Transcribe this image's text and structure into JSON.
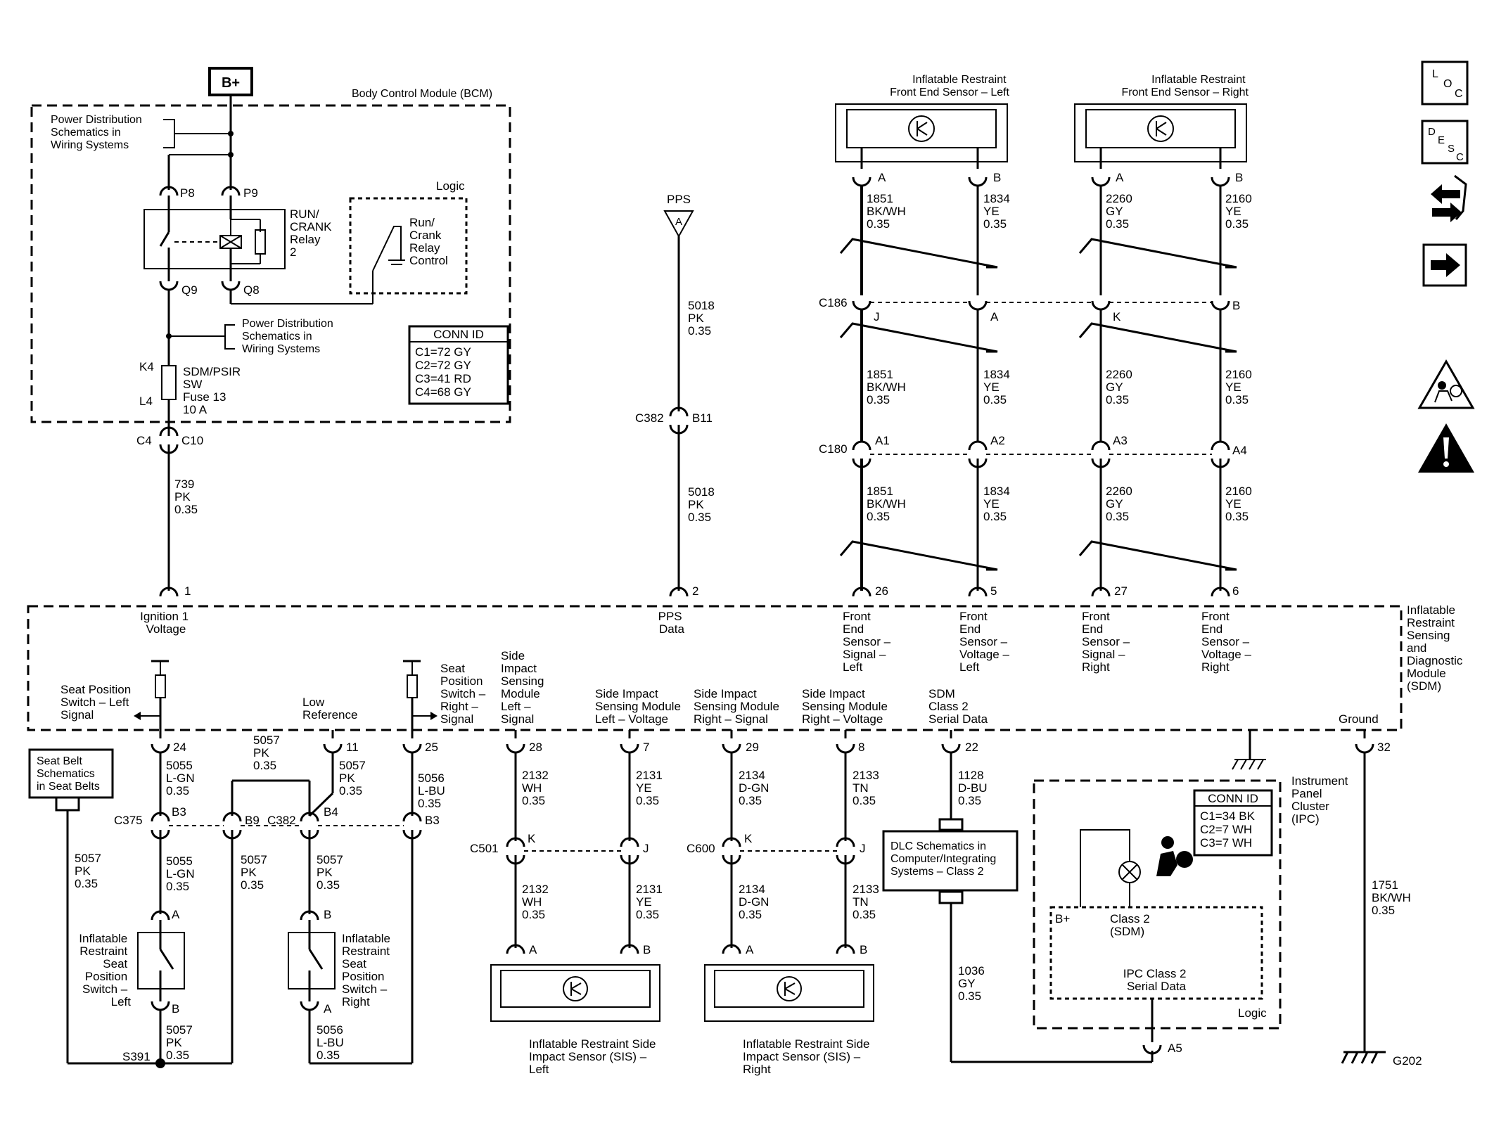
{
  "battery": "B+",
  "bcm": {
    "title": "Body Control Module (BCM)",
    "power_dist_1": [
      "Power Distribution",
      "Schematics in",
      "Wiring Systems"
    ],
    "power_dist_2": [
      "Power Distribution",
      "Schematics in",
      "Wiring Systems"
    ],
    "pins": {
      "p8": "P8",
      "p9": "P9",
      "q9": "Q9",
      "q8": "Q8"
    },
    "relay_label": [
      "RUN/",
      "CRANK",
      "Relay",
      "2"
    ],
    "logic_label": "Logic",
    "relay_control": [
      "Run/",
      "Crank",
      "Relay",
      "Control"
    ],
    "fuse_pins": {
      "k4": "K4",
      "l4": "L4"
    },
    "fuse_label": [
      "SDM/PSIR",
      "SW",
      "Fuse 13",
      "10 A"
    ],
    "conn_id": {
      "title": "CONN ID",
      "rows": [
        "C1=72 GY",
        "C2=72 GY",
        "C3=41 RD",
        "C4=68 GY"
      ]
    },
    "c4": "C4",
    "c10": "C10"
  },
  "ignition_wire": [
    "739",
    "PK",
    "0.35"
  ],
  "pps": {
    "label": "PPS",
    "letter": "A",
    "wire_top": [
      "5018",
      "PK",
      "0.35"
    ],
    "c382": "C382",
    "b11": "B11",
    "wire_bottom": [
      "5018",
      "PK",
      "0.35"
    ]
  },
  "front_sensors": [
    {
      "title": [
        "Inflatable Restraint",
        "Front End Sensor – Left"
      ]
    },
    {
      "title": [
        "Inflatable Restraint",
        "Front End Sensor – Right"
      ]
    }
  ],
  "front_columns": [
    {
      "pin_top": "A",
      "wire": [
        "1851",
        "BK/WH",
        "0.35"
      ],
      "c186_pin": "J",
      "c180_pin": "A1",
      "sdm_pin": "26",
      "sdm_label": [
        "Front",
        "End",
        "Sensor –",
        "Signal –",
        "Left"
      ]
    },
    {
      "pin_top": "B",
      "wire": [
        "1834",
        "YE",
        "0.35"
      ],
      "c186_pin": "A",
      "c180_pin": "A2",
      "sdm_pin": "5",
      "sdm_label": [
        "Front",
        "End",
        "Sensor –",
        "Voltage –",
        "Left"
      ]
    },
    {
      "pin_top": "A",
      "wire": [
        "2260",
        "GY",
        "0.35"
      ],
      "c186_pin": "K",
      "c180_pin": "A3",
      "sdm_pin": "27",
      "sdm_label": [
        "Front",
        "End",
        "Sensor –",
        "Signal –",
        "Right"
      ]
    },
    {
      "pin_top": "B",
      "wire": [
        "2160",
        "YE",
        "0.35"
      ],
      "c186_pin": "B",
      "c180_pin": "A4",
      "sdm_pin": "6",
      "sdm_label": [
        "Front",
        "End",
        "Sensor –",
        "Voltage –",
        "Right"
      ]
    }
  ],
  "c186": "C186",
  "c180": "C180",
  "sdm": {
    "title": [
      "Inflatable",
      "Restraint",
      "Sensing",
      "and",
      "Diagnostic",
      "Module",
      "(SDM)"
    ],
    "pin1": "1",
    "pin1_label": [
      "Ignition 1",
      "Voltage"
    ],
    "pin2": "2",
    "pin2_label": [
      "PPS",
      "Data"
    ],
    "seat_left_label": [
      "Seat Position",
      "Switch – Left",
      "Signal"
    ],
    "low_ref_label": [
      "Low",
      "Reference"
    ],
    "seat_right_label": [
      "Seat",
      "Position",
      "Switch –",
      "Right –",
      "Signal"
    ],
    "side_left_signal": [
      "Side",
      "Impact",
      "Sensing",
      "Module",
      "Left –",
      "Signal"
    ],
    "side_left_voltage": [
      "Side Impact",
      "Sensing Module",
      "Left – Voltage"
    ],
    "side_right_signal": [
      "Side Impact",
      "Sensing Module",
      "Right – Signal"
    ],
    "side_right_voltage": [
      "Side Impact",
      "Sensing Module",
      "Right – Voltage"
    ],
    "serial_label": [
      "SDM",
      "Class 2",
      "Serial Data"
    ],
    "ground_label": "Ground",
    "pins_bottom": {
      "p24": "24",
      "p11": "11",
      "p25": "25",
      "p28": "28",
      "p7": "7",
      "p29": "29",
      "p8": "8",
      "p22": "22",
      "p32": "32"
    }
  },
  "seat_belt_box": [
    "Seat Belt",
    "Schematics",
    "in Seat Belts"
  ],
  "lower_wires": {
    "w5055a": [
      "5055",
      "L-GN",
      "0.35"
    ],
    "w5057top": [
      "5057",
      "PK",
      "0.35"
    ],
    "w5057b": [
      "5057",
      "PK",
      "0.35"
    ],
    "w5056a": [
      "5056",
      "L-BU",
      "0.35"
    ],
    "w5057left": [
      "5057",
      "PK",
      "0.35"
    ],
    "w5055b": [
      "5055",
      "L-GN",
      "0.35"
    ],
    "w5057mid": [
      "5057",
      "PK",
      "0.35"
    ],
    "w5057c": [
      "5057",
      "PK",
      "0.35"
    ],
    "w5057bottom": [
      "5057",
      "PK",
      "0.35"
    ],
    "w5056bottom": [
      "5056",
      "L-BU",
      "0.35"
    ],
    "w2132a": [
      "2132",
      "WH",
      "0.35"
    ],
    "w2131a": [
      "2131",
      "YE",
      "0.35"
    ],
    "w2134a": [
      "2134",
      "D-GN",
      "0.35"
    ],
    "w2133a": [
      "2133",
      "TN",
      "0.35"
    ],
    "w2132b": [
      "2132",
      "WH",
      "0.35"
    ],
    "w2131b": [
      "2131",
      "YE",
      "0.35"
    ],
    "w2134b": [
      "2134",
      "D-GN",
      "0.35"
    ],
    "w2133b": [
      "2133",
      "TN",
      "0.35"
    ],
    "w1128": [
      "1128",
      "D-BU",
      "0.35"
    ],
    "w1036": [
      "1036",
      "GY",
      "0.35"
    ],
    "w1751": [
      "1751",
      "BK/WH",
      "0.35"
    ]
  },
  "connectors": {
    "c375": "C375",
    "b3": "B3",
    "b9": "B9",
    "c382": "C382",
    "b4": "B4",
    "b3r": "B3",
    "c501": "C501",
    "c600": "C600",
    "k1": "K",
    "j1": "J",
    "k2": "K",
    "j2": "J"
  },
  "seat_switch_left": {
    "pin_a": "A",
    "pin_b": "B",
    "label": [
      "Inflatable",
      "Restraint",
      "Seat",
      "Position",
      "Switch –",
      "Left"
    ]
  },
  "seat_switch_right": {
    "pin_a": "B",
    "pin_b": "A",
    "label": [
      "Inflatable",
      "Restraint",
      "Seat",
      "Position",
      "Switch –",
      "Right"
    ]
  },
  "splice": "S391",
  "sis_left": {
    "pin_a": "A",
    "pin_b": "B",
    "label": [
      "Inflatable Restraint Side",
      "Impact Sensor (SIS) –",
      "Left"
    ]
  },
  "sis_right": {
    "pin_a": "A",
    "pin_b": "B",
    "label": [
      "Inflatable Restraint Side",
      "Impact Sensor (SIS) –",
      "Right"
    ]
  },
  "dlc_box": [
    "DLC Schematics in",
    "Computer/Integrating",
    "Systems – Class 2"
  ],
  "ipc": {
    "title": [
      "Instrument",
      "Panel",
      "Cluster",
      "(IPC)"
    ],
    "conn_id": {
      "title": "CONN ID",
      "rows": [
        "C1=34 BK",
        "C2=7 WH",
        "C3=7 WH"
      ]
    },
    "bplus": "B+",
    "class2": [
      "Class 2",
      "(SDM)"
    ],
    "serial": [
      "IPC Class 2",
      "Serial Data"
    ],
    "logic": "Logic",
    "a5": "A5"
  },
  "ground_id": "G202",
  "side_icons": {
    "loc": [
      "L",
      "O",
      "C"
    ],
    "desc": [
      "D",
      "E",
      "S",
      "C"
    ],
    "icon_names": [
      "location-icon",
      "description-icon",
      "component-views-icon",
      "next-page-icon",
      "airbag-warning-icon",
      "caution-icon"
    ]
  }
}
